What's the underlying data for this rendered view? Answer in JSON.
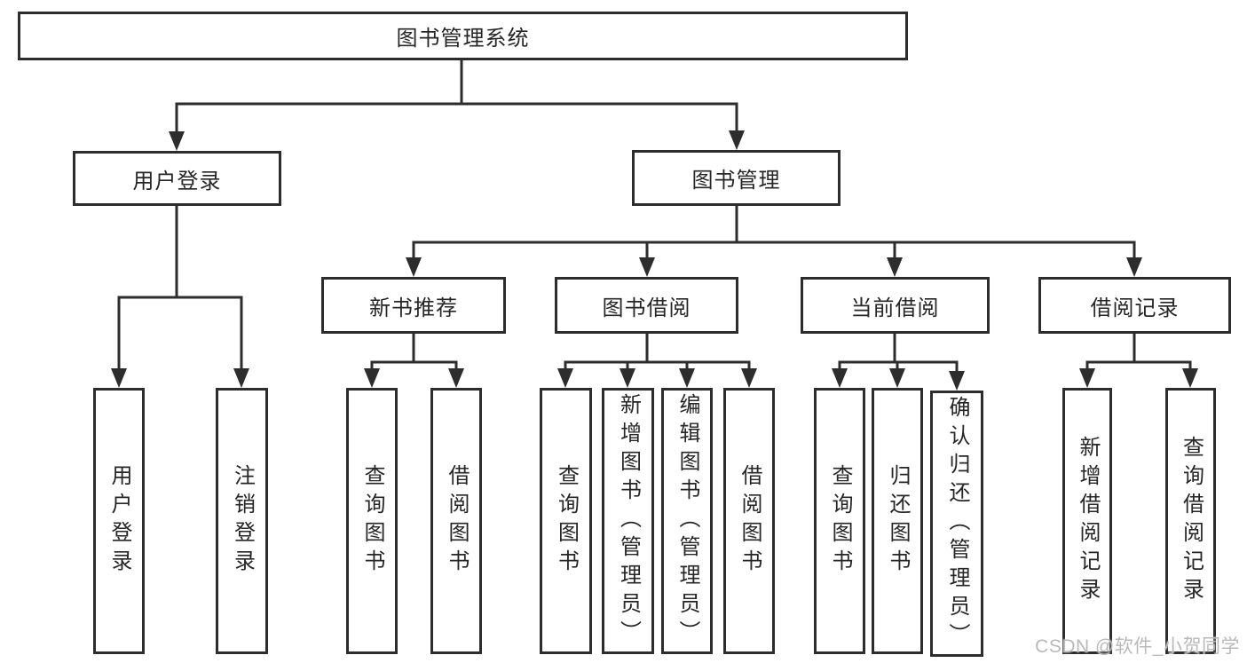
{
  "watermark": "CSDN @软件_小贺同学",
  "colors": {
    "line": "#2d2d2d",
    "text": "#262626",
    "watermark": "#b9b9b9",
    "background": "#ffffff"
  },
  "diagram": {
    "root": {
      "label": "图书管理系统"
    },
    "branches": [
      {
        "label": "用户登录",
        "children": [
          {
            "label": "用户登录"
          },
          {
            "label": "注销登录"
          }
        ]
      },
      {
        "label": "图书管理",
        "groups": [
          {
            "label": "新书推荐",
            "children": [
              {
                "label": "查询图书"
              },
              {
                "label": "借阅图书"
              }
            ]
          },
          {
            "label": "图书借阅",
            "children": [
              {
                "label": "查询图书"
              },
              {
                "label": "新增图书（管理员）"
              },
              {
                "label": "编辑图书（管理员）"
              },
              {
                "label": "借阅图书"
              }
            ]
          },
          {
            "label": "当前借阅",
            "children": [
              {
                "label": "查询图书"
              },
              {
                "label": "归还图书"
              },
              {
                "label": "确认归还（管理员）"
              }
            ]
          },
          {
            "label": "借阅记录",
            "children": [
              {
                "label": "新增借阅记录"
              },
              {
                "label": "查询借阅记录"
              }
            ]
          }
        ]
      }
    ]
  }
}
